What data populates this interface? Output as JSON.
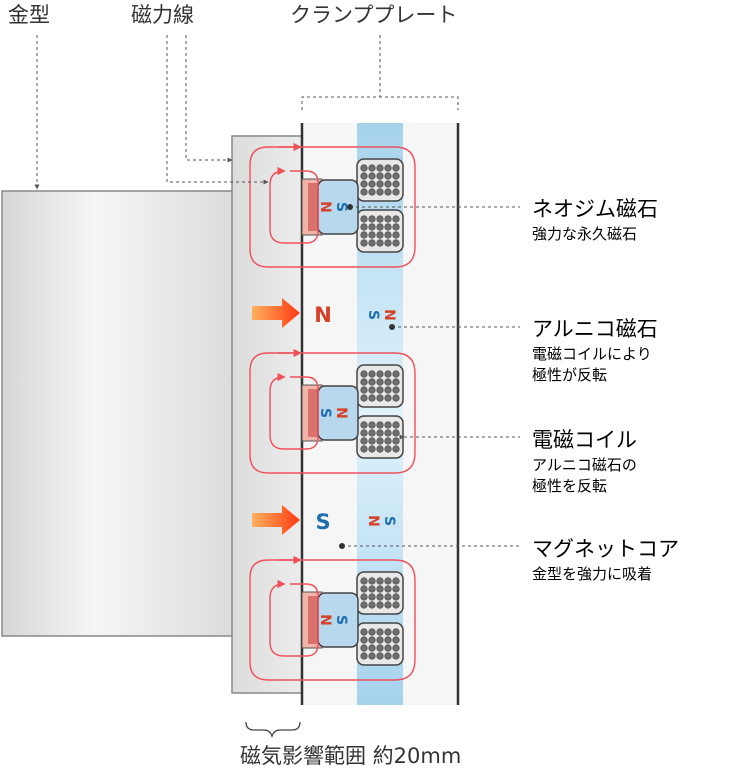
{
  "top_labels": {
    "mold": "金型",
    "flux_lines": "磁力線",
    "clamp_plate": "クランププレート"
  },
  "callouts": [
    {
      "title": "ネオジム磁石",
      "desc": [
        "強力な永久磁石"
      ]
    },
    {
      "title": "アルニコ磁石",
      "desc": [
        "電磁コイルにより",
        "極性が反転"
      ]
    },
    {
      "title": "電磁コイル",
      "desc": [
        "アルニコ磁石の",
        "極性を反転"
      ]
    },
    {
      "title": "マグネットコア",
      "desc": [
        "金型を強力に吸着"
      ]
    }
  ],
  "bottom_label": "磁気影響範囲 約20mm",
  "poles": {
    "neo_upper": [
      "S",
      "N"
    ],
    "neo_lower": [
      "N",
      "S"
    ],
    "neo_bottom": [
      "S",
      "N"
    ],
    "core_1": "N",
    "core_2": "S",
    "alnico_1": [
      "N",
      "S"
    ],
    "alnico_2": [
      "S",
      "N"
    ]
  },
  "colors": {
    "flux": "#f0505a",
    "north": "#d64027",
    "south": "#1d6fb0",
    "alnico": "#a8d4ec",
    "neo_block": "#b8d8ee",
    "coil": "#6e6e6e",
    "mold": "#e2e2e2",
    "arrow": "#ff6a1a"
  }
}
